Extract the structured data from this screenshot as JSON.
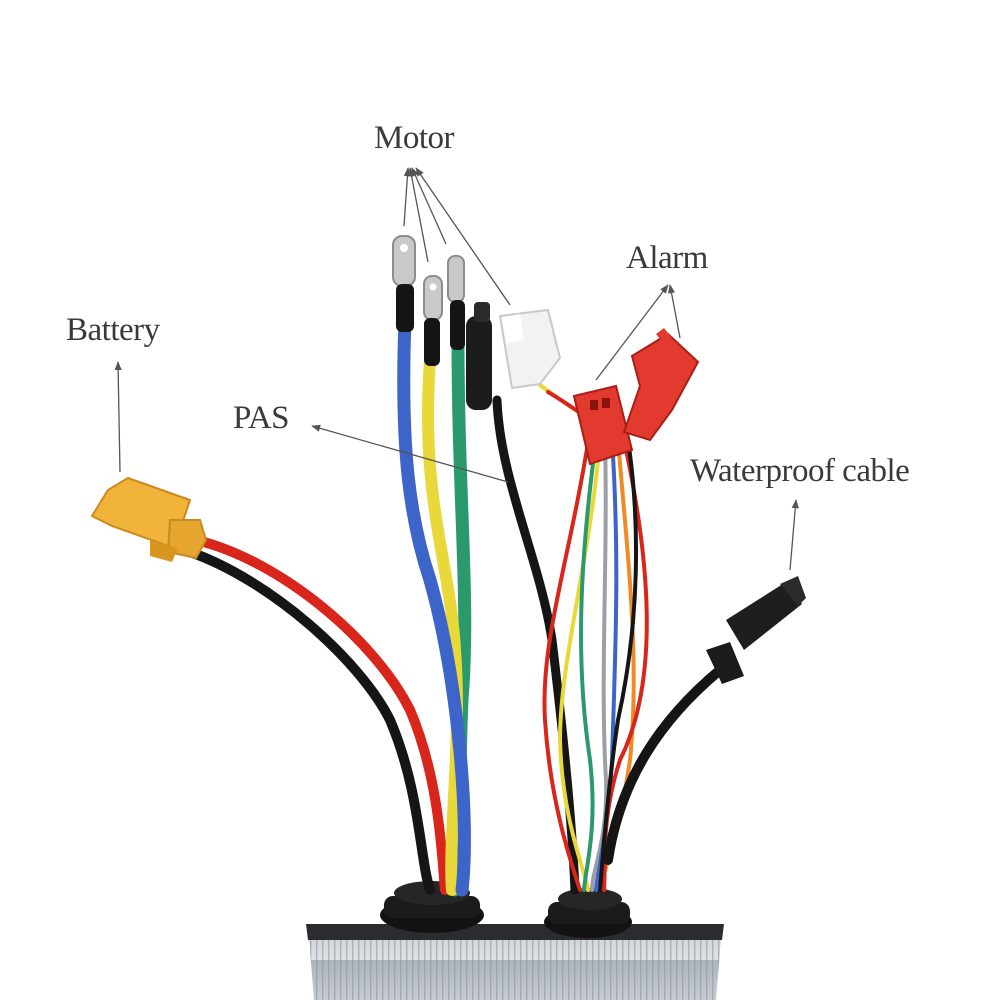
{
  "labels": {
    "motor": "Motor",
    "alarm": "Alarm",
    "battery": "Battery",
    "pas": "PAS",
    "waterproof": "Waterproof cable"
  },
  "colors": {
    "background": "#ffffff",
    "label_text": "#3a3a3a",
    "callout_line": "#555555",
    "xt60_connector": "#f2b33a",
    "wire_red": "#d8261c",
    "wire_black": "#151515",
    "wire_blue": "#3d64c8",
    "wire_yellow": "#e8d83a",
    "wire_green": "#2a9a6e",
    "alarm_connector": "#e23a2e",
    "hall_connector": "#f2f2f2",
    "controller_body": "#c7cdd2"
  }
}
